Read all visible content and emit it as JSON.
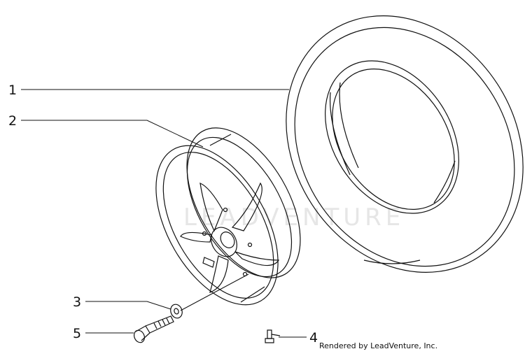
{
  "callouts": [
    {
      "id": "1",
      "label": "1"
    },
    {
      "id": "2",
      "label": "2"
    },
    {
      "id": "3",
      "label": "3"
    },
    {
      "id": "4",
      "label": "4"
    },
    {
      "id": "5",
      "label": "5"
    }
  ],
  "credit": "Rendered by LeadVenture, Inc.",
  "watermark": "LEADVENTURE",
  "colors": {
    "line": "#111111",
    "watermark": "#e6e6e6",
    "background": "#ffffff"
  }
}
